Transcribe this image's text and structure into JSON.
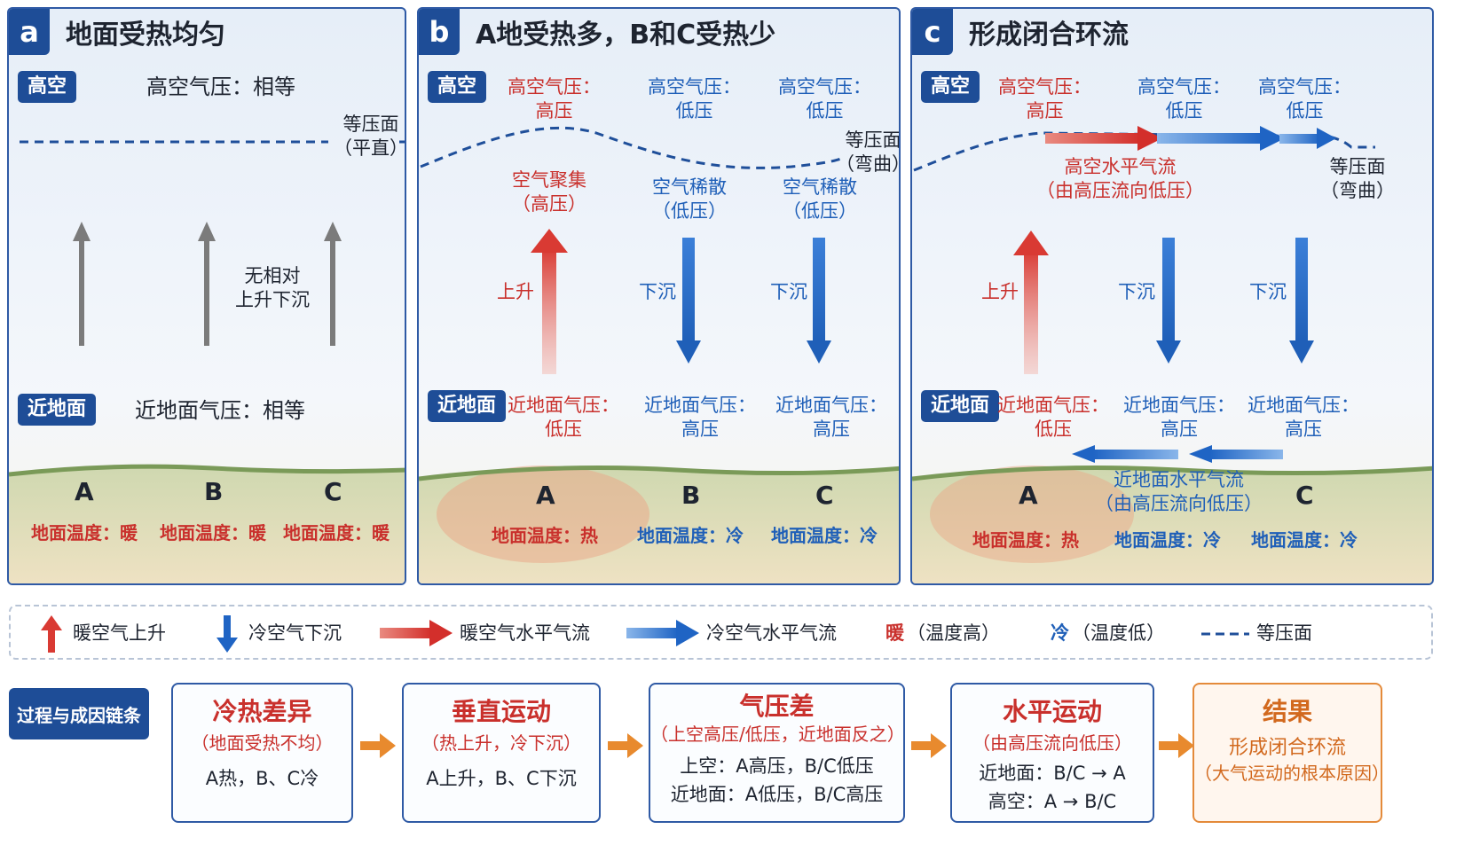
{
  "panel_a": {
    "letter": "a",
    "title": "地面受热均匀",
    "upper_badge": "高空",
    "upper_pressure": "高空气压：相等",
    "isobar_label": "等压面",
    "isobar_note": "（平直）",
    "center_note_1": "无相对",
    "center_note_2": "上升下沉",
    "ground_badge": "近地面",
    "ground_pressure": "近地面气压：相等",
    "site_a": "A",
    "site_b": "B",
    "site_c": "C",
    "temp_a": "地面温度：暖",
    "temp_b": "地面温度：暖",
    "temp_c": "地面温度：暖"
  },
  "panel_b": {
    "letter": "b",
    "title": "A地受热多，B和C受热少",
    "upper_badge": "高空",
    "upper_a_label": "高空气压：",
    "upper_a_value": "高压",
    "upper_b_label": "高空气压：",
    "upper_b_value": "低压",
    "upper_c_label": "高空气压：",
    "upper_c_value": "低压",
    "isobar_label": "等压面",
    "isobar_note": "（弯曲）",
    "gather": "空气聚集",
    "gather_note": "（高压）",
    "thin_b": "空气稀散",
    "thin_b_note": "（低压）",
    "thin_c": "空气稀散",
    "thin_c_note": "（低压）",
    "rise": "上升",
    "sink_b": "下沉",
    "sink_c": "下沉",
    "ground_badge": "近地面",
    "ground_a_label": "近地面气压：",
    "ground_a_value": "低压",
    "ground_b_label": "近地面气压：",
    "ground_b_value": "高压",
    "ground_c_label": "近地面气压：",
    "ground_c_value": "高压",
    "site_a": "A",
    "site_b": "B",
    "site_c": "C",
    "temp_a": "地面温度：热",
    "temp_b": "地面温度：冷",
    "temp_c": "地面温度：冷"
  },
  "panel_c": {
    "letter": "c",
    "title": "形成闭合环流",
    "upper_badge": "高空",
    "upper_a_label": "高空气压：",
    "upper_a_value": "高压",
    "upper_b_label": "高空气压：",
    "upper_b_value": "低压",
    "upper_c_label": "高空气压：",
    "upper_c_value": "低压",
    "upper_flow": "高空水平气流",
    "upper_flow_note": "（由高压流向低压）",
    "isobar_label": "等压面",
    "isobar_note": "（弯曲）",
    "rise": "上升",
    "sink_b": "下沉",
    "sink_c": "下沉",
    "ground_badge": "近地面",
    "ground_a_label": "近地面气压：",
    "ground_a_value": "低压",
    "ground_b_label": "近地面气压：",
    "ground_b_value": "高压",
    "ground_c_label": "近地面气压：",
    "ground_c_value": "高压",
    "ground_flow": "近地面水平气流",
    "ground_flow_note": "（由高压流向低压）",
    "site_a": "A",
    "site_c": "C",
    "temp_a": "地面温度：热",
    "temp_b": "地面温度：冷",
    "temp_c": "地面温度：冷"
  },
  "legend": {
    "warm_rise": "暖空气上升",
    "cold_sink": "冷空气下沉",
    "warm_flow": "暖空气水平气流",
    "cold_flow": "冷空气水平气流",
    "warm_word": "暖",
    "warm_desc": "（温度高）",
    "cold_word": "冷",
    "cold_desc": "（温度低）",
    "isobar": "等压面"
  },
  "chain": {
    "label": "过程与成因链条",
    "steps": [
      {
        "title": "冷热差异",
        "sub": "（地面受热不均）",
        "line1": "A热，B、C冷",
        "line2": ""
      },
      {
        "title": "垂直运动",
        "sub": "（热上升，冷下沉）",
        "line1": "A上升，B、C下沉",
        "line2": ""
      },
      {
        "title": "气压差",
        "sub": "（上空高压/低压，近地面反之）",
        "line1": "上空：A高压，B/C低压",
        "line2": "近地面：A低压，B/C高压"
      },
      {
        "title": "水平运动",
        "sub": "（由高压流向低压）",
        "line1": "近地面：B/C → A",
        "line2": "高空：A → B/C"
      },
      {
        "title": "结果",
        "sub": "形成闭合环流",
        "line1": "（大气运动的根本原因）",
        "line2": ""
      }
    ]
  },
  "colors": {
    "navy": "#1e4d97",
    "warm_red": "#d93a33",
    "cold_blue": "#1f64c4",
    "orange": "#e88a2e"
  }
}
